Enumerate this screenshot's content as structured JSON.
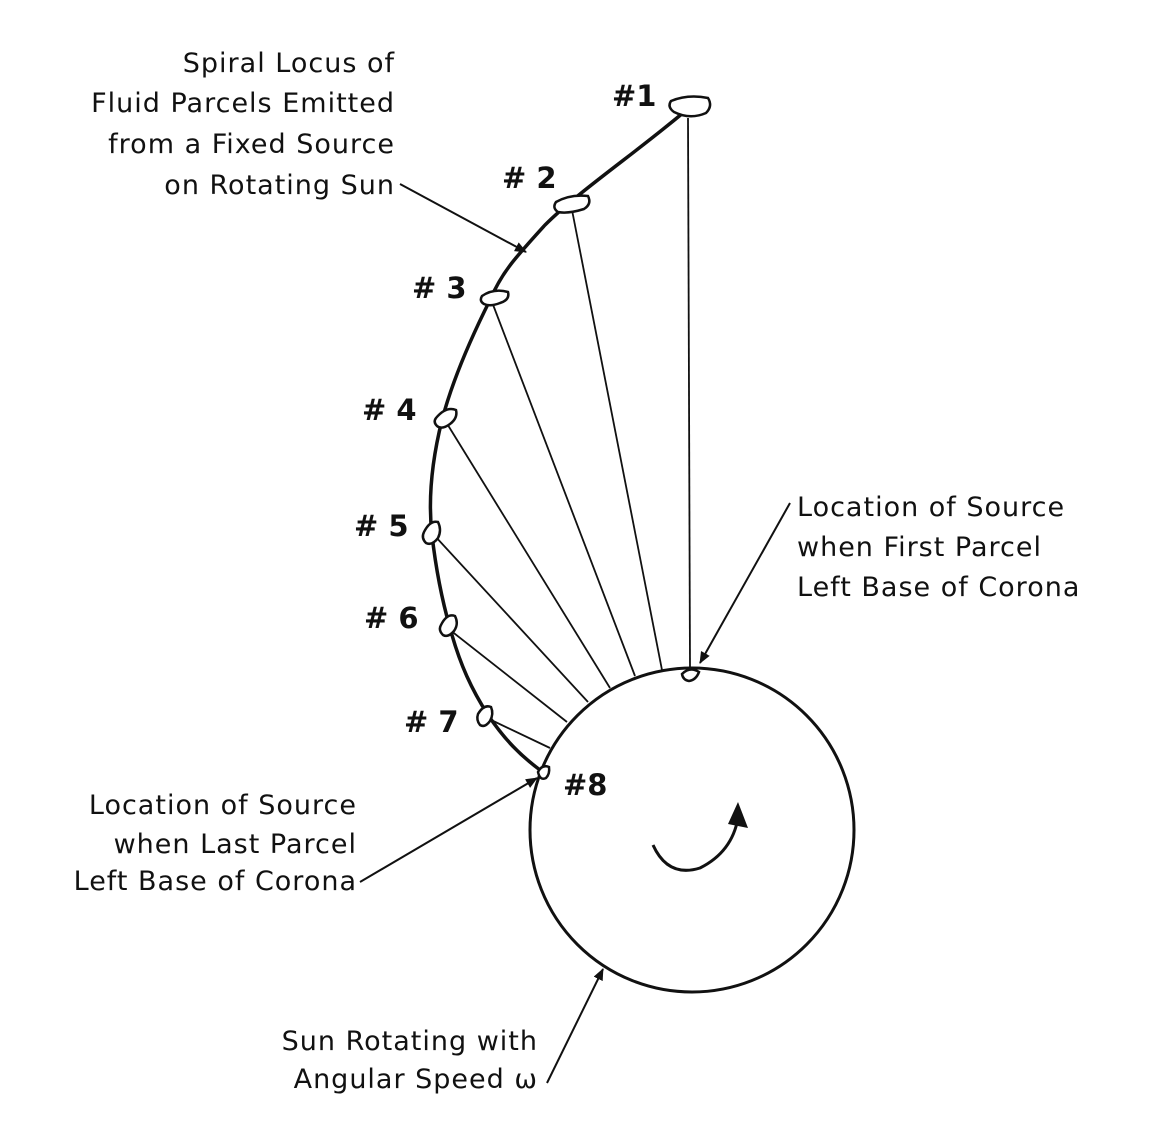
{
  "labels": {
    "spiral_locus": [
      "Spiral Locus of",
      "Fluid Parcels Emitted",
      "from a Fixed Source",
      "on Rotating Sun"
    ],
    "first_source": [
      "Location of Source",
      "when First Parcel",
      "Left Base of Corona"
    ],
    "last_source": [
      "Location of Source",
      "when Last Parcel",
      "Left Base of Corona"
    ],
    "sun_rotation": [
      "Sun Rotating with",
      "Angular Speed ω"
    ]
  },
  "parcels": [
    {
      "label": "#1"
    },
    {
      "label": "# 2"
    },
    {
      "label": "# 3"
    },
    {
      "label": "# 4"
    },
    {
      "label": "# 5"
    },
    {
      "label": "# 6"
    },
    {
      "label": "# 7"
    },
    {
      "label": "#8"
    }
  ]
}
